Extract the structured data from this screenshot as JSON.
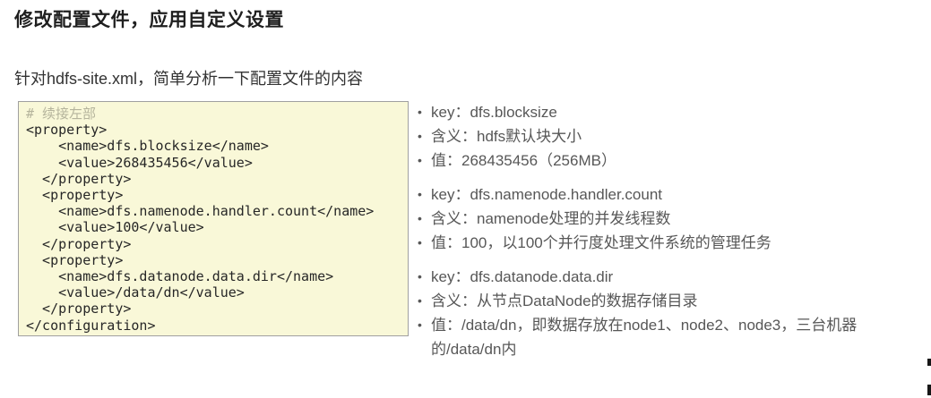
{
  "page": {
    "title": "修改配置文件，应用自定义设置",
    "subtitle": "针对hdfs-site.xml，简单分析一下配置文件的内容"
  },
  "code_panel": {
    "comment": "# 续接左部",
    "code": "\n<property>\n    <name>dfs.blocksize</name>\n    <value>268435456</value>\n  </property>\n  <property>\n    <name>dfs.namenode.handler.count</name>\n    <value>100</value>\n  </property>\n  <property>\n    <name>dfs.datanode.data.dir</name>\n    <value>/data/dn</value>\n  </property>\n</configuration>",
    "background_color": "#f9f8d8",
    "border_color": "#a0a0a0",
    "comment_color": "#b5b49c"
  },
  "bullet_groups": [
    {
      "items": [
        "key：dfs.blocksize",
        "含义：hdfs默认块大小",
        "值：268435456（256MB）"
      ]
    },
    {
      "items": [
        "key：dfs.namenode.handler.count",
        "含义：namenode处理的并发线程数",
        "值：100，以100个并行度处理文件系统的管理任务"
      ]
    },
    {
      "items": [
        "key：dfs.datanode.data.dir",
        "含义：从节点DataNode的数据存储目录",
        "值：/data/dn，即数据存放在node1、node2、node3，三台机器的/data/dn内"
      ]
    }
  ],
  "bullet_glyph": "•"
}
